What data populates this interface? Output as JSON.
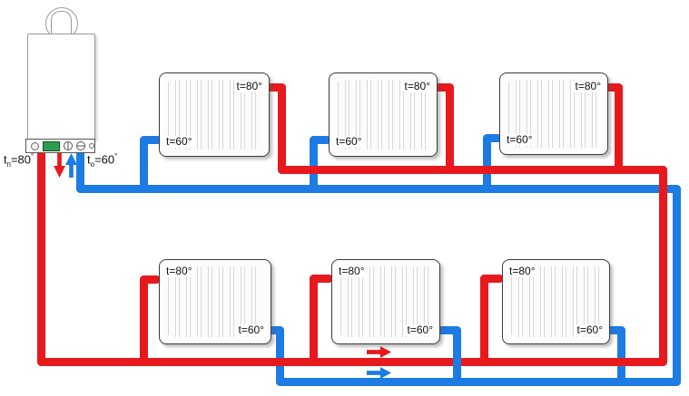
{
  "colors": {
    "supply_pipe": "#e8191d",
    "return_pipe": "#1c7ce4",
    "display_green": "#2e9e4e"
  },
  "boiler": {
    "supply_label": {
      "base": "t",
      "sub": "п",
      "rest": "=80"
    },
    "return_label": {
      "base": "t",
      "sub": "о",
      "rest": "=60"
    },
    "degree": "°"
  },
  "radiators": [
    {
      "id": "radiator-1",
      "row": "top",
      "supply_label": "t=80°",
      "return_label": "t=60°"
    },
    {
      "id": "radiator-2",
      "row": "top",
      "supply_label": "t=80°",
      "return_label": "t=60°"
    },
    {
      "id": "radiator-3",
      "row": "top",
      "supply_label": "t=80°",
      "return_label": "t=60°"
    },
    {
      "id": "radiator-4",
      "row": "bottom",
      "supply_label": "t=80°",
      "return_label": "t=60°"
    },
    {
      "id": "radiator-5",
      "row": "bottom",
      "supply_label": "t=80°",
      "return_label": "t=60°"
    },
    {
      "id": "radiator-6",
      "row": "bottom",
      "supply_label": "t=80°",
      "return_label": "t=60°"
    }
  ],
  "flow_arrows": [
    {
      "name": "boiler-supply-arrow",
      "direction": "down",
      "line": "supply"
    },
    {
      "name": "boiler-return-arrow",
      "direction": "up",
      "line": "return"
    },
    {
      "name": "bottom-supply-arrow",
      "direction": "right",
      "line": "supply"
    },
    {
      "name": "bottom-return-arrow",
      "direction": "right",
      "line": "return"
    }
  ]
}
